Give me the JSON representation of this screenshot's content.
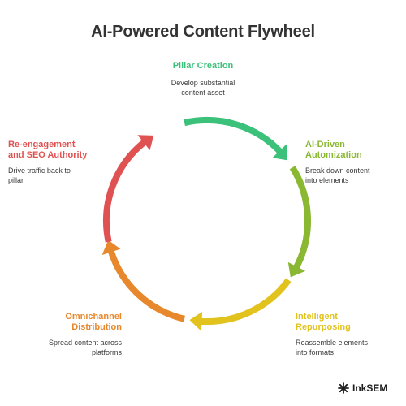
{
  "title": "AI-Powered Content Flywheel",
  "stages": [
    {
      "title": "Pillar Creation",
      "desc_lines": [
        "Develop substantial",
        "content asset"
      ],
      "color": "#3cc17a"
    },
    {
      "title_lines": [
        "AI-Driven",
        "Automization"
      ],
      "desc_lines": [
        "Break down content",
        "into elements"
      ],
      "color": "#8ab833"
    },
    {
      "title_lines": [
        "Intelligent",
        "Repurposing"
      ],
      "desc_lines": [
        "Reassemble elements",
        "into formats"
      ],
      "color": "#e2c21c"
    },
    {
      "title_lines": [
        "Omnichannel",
        "Distribution"
      ],
      "desc_lines": [
        "Spread content across",
        "platforms"
      ],
      "color": "#e7882d"
    },
    {
      "title_lines": [
        "Re-engagement",
        "and SEO Authority"
      ],
      "desc_lines": [
        "Drive traffic back to",
        "pillar"
      ],
      "color": "#e05252"
    }
  ],
  "brand": {
    "name": "InkSEM",
    "icon": "inksem-logo-icon"
  }
}
